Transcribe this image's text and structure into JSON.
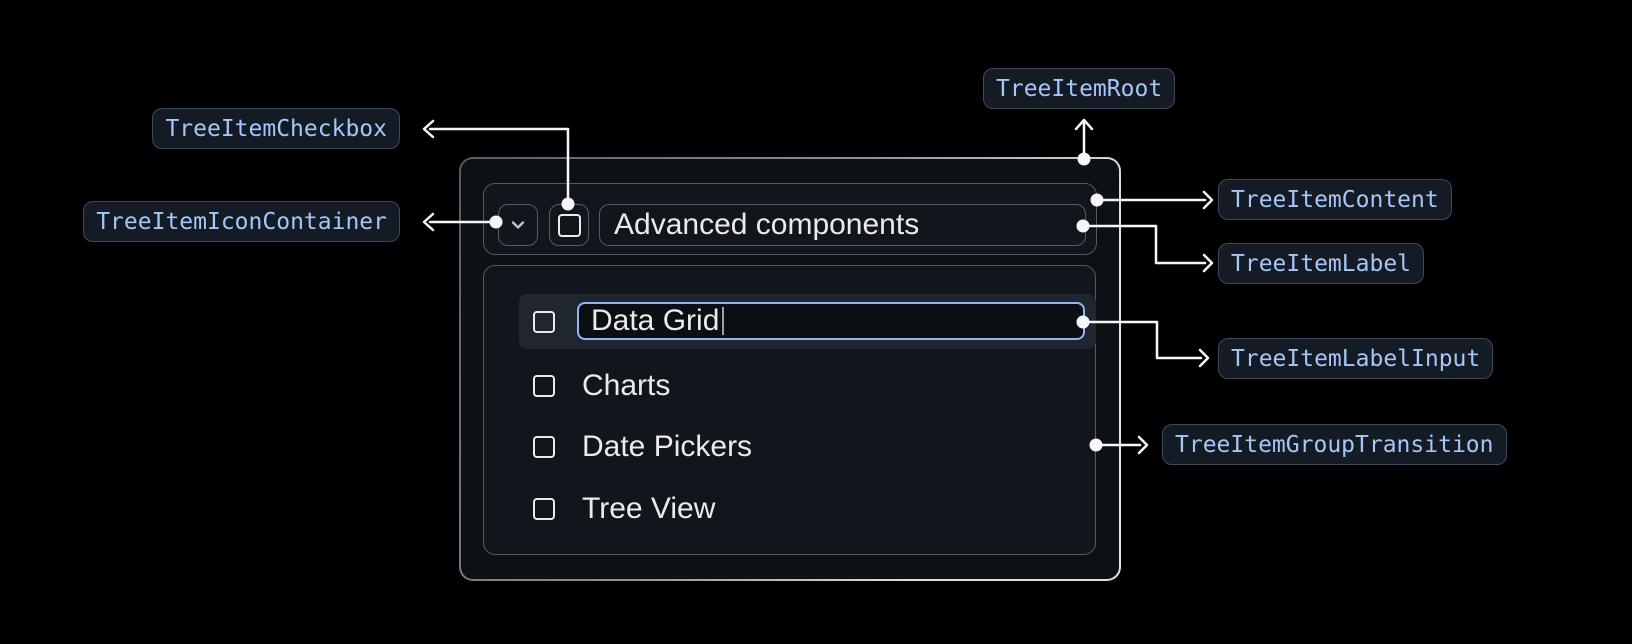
{
  "badges": {
    "root": "TreeItemRoot",
    "checkbox": "TreeItemCheckbox",
    "icon_container": "TreeItemIconContainer",
    "content": "TreeItemContent",
    "label": "TreeItemLabel",
    "label_input": "TreeItemLabelInput",
    "group_transition": "TreeItemGroupTransition"
  },
  "tree": {
    "parent_item": {
      "label": "Advanced components",
      "expanded": true,
      "checked": false
    },
    "children": [
      {
        "label": "Data Grid",
        "state": "editing",
        "checked": false
      },
      {
        "label": "Charts",
        "checked": false
      },
      {
        "label": "Date Pickers",
        "checked": false
      },
      {
        "label": "Tree View",
        "checked": false
      }
    ]
  },
  "colors": {
    "page_bg": "#000000",
    "badge_text": "#a5c6f8",
    "badge_bg": "#151b25",
    "badge_border": "#3f4a59",
    "container_border": "#555b62",
    "input_focus_border": "#93b7f5",
    "selected_row_bg": "#1f2630",
    "arrow": "#f4f6f8",
    "text": "#e9ebee"
  }
}
